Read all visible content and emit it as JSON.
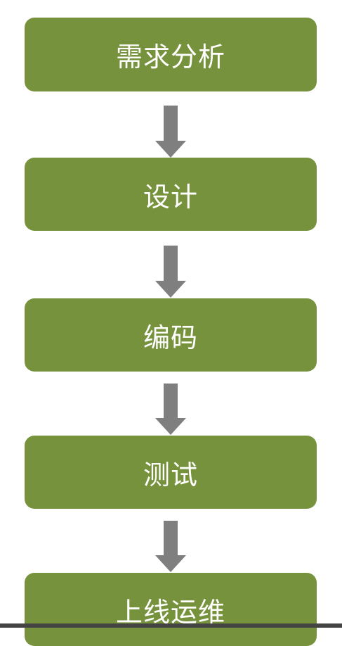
{
  "steps": [
    {
      "label": "需求分析"
    },
    {
      "label": "设计"
    },
    {
      "label": "编码"
    },
    {
      "label": "测试"
    },
    {
      "label": "上线运维"
    }
  ],
  "colors": {
    "box_fill": "#77923c",
    "box_text": "#ffffff",
    "arrow": "#7f7f7f",
    "background": "#ffffff"
  },
  "icons": {
    "connector": "down-arrow-icon"
  }
}
